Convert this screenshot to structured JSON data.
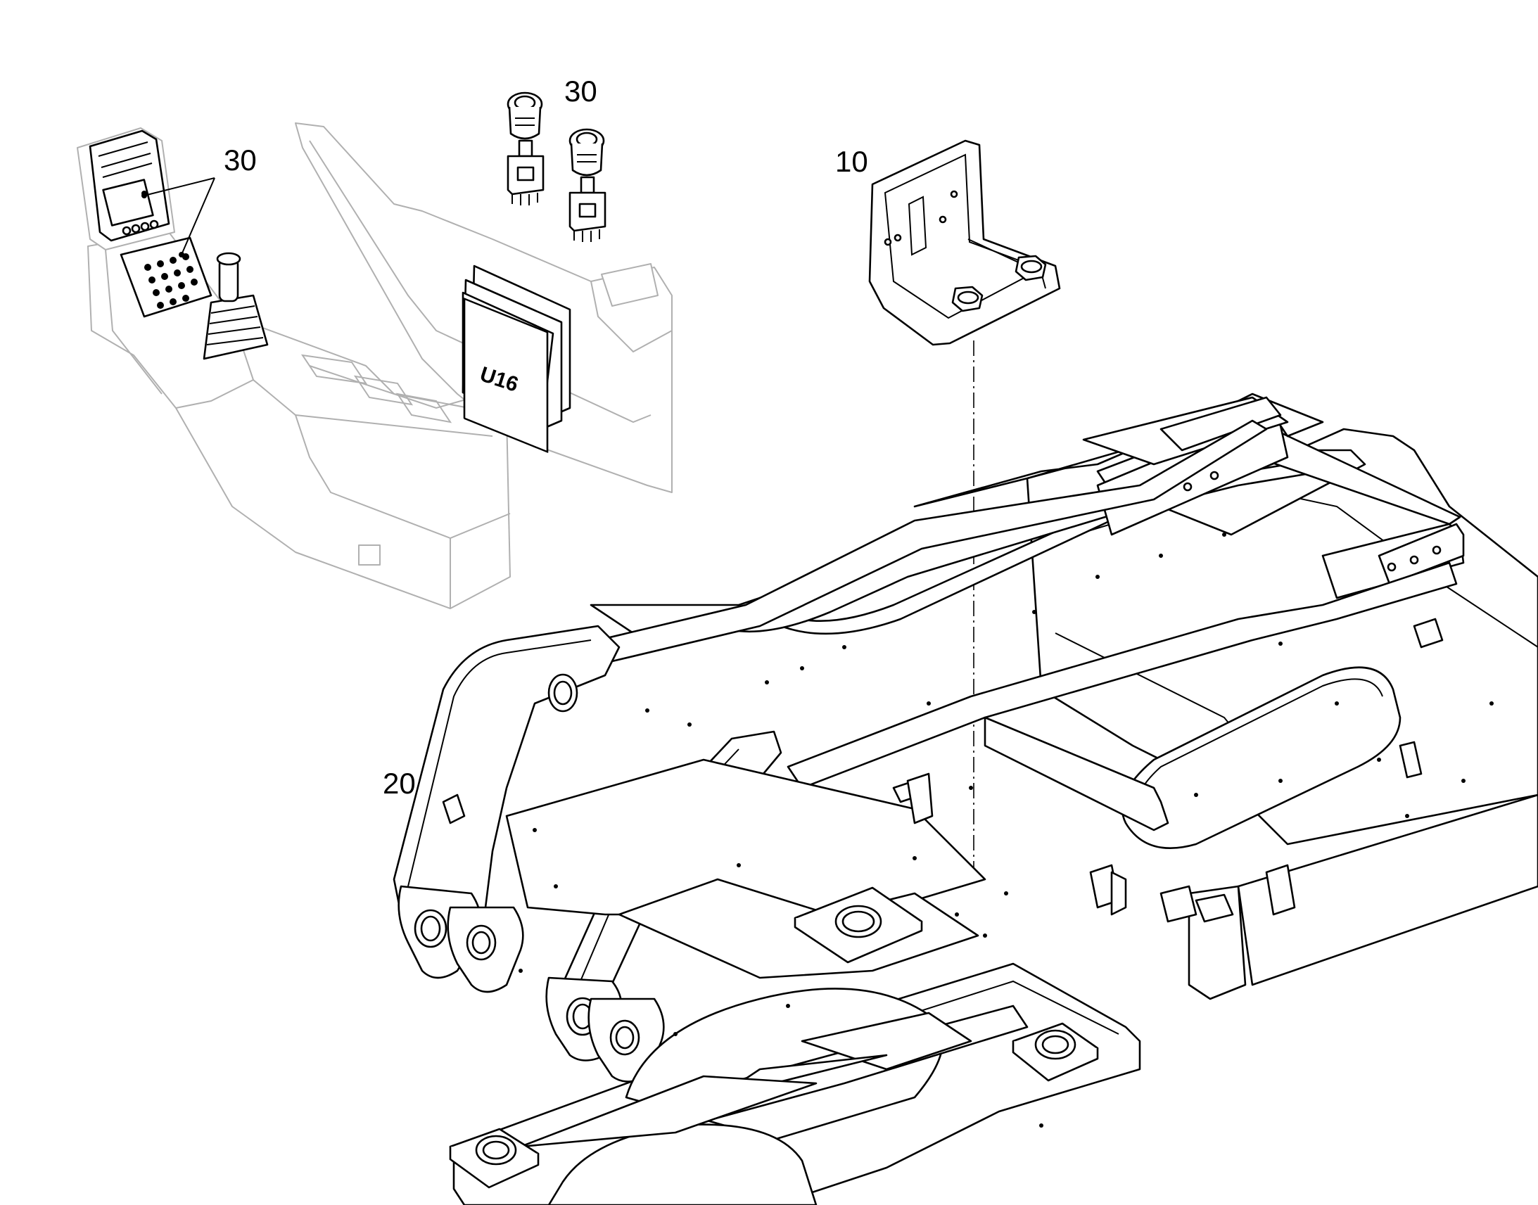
{
  "callouts": {
    "bracket": "10",
    "frame": "20",
    "switches": "30",
    "console": "30"
  },
  "part_labels": {
    "control_unit": "U16"
  },
  "colors": {
    "ink": "#000000",
    "phantom": "#b0b0b0",
    "background": "#ffffff"
  }
}
